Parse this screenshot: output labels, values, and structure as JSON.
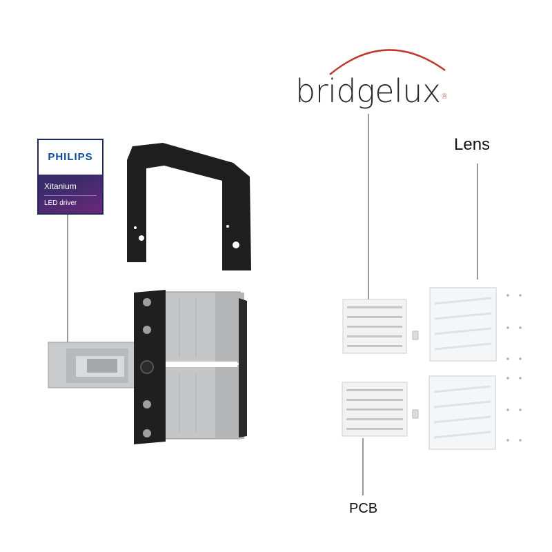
{
  "labels": {
    "brand": "bridgelux",
    "brand_mark": "®",
    "lens": "Lens",
    "pcb": "PCB"
  },
  "driver_badge": {
    "brand": "PHILIPS",
    "line1": "Xitanium",
    "line2": "LED driver"
  },
  "colors": {
    "accent_arc": "#c0392b",
    "bracket": "#1e1e1e",
    "housing": "#c4c6c8",
    "leader": "#333333"
  }
}
